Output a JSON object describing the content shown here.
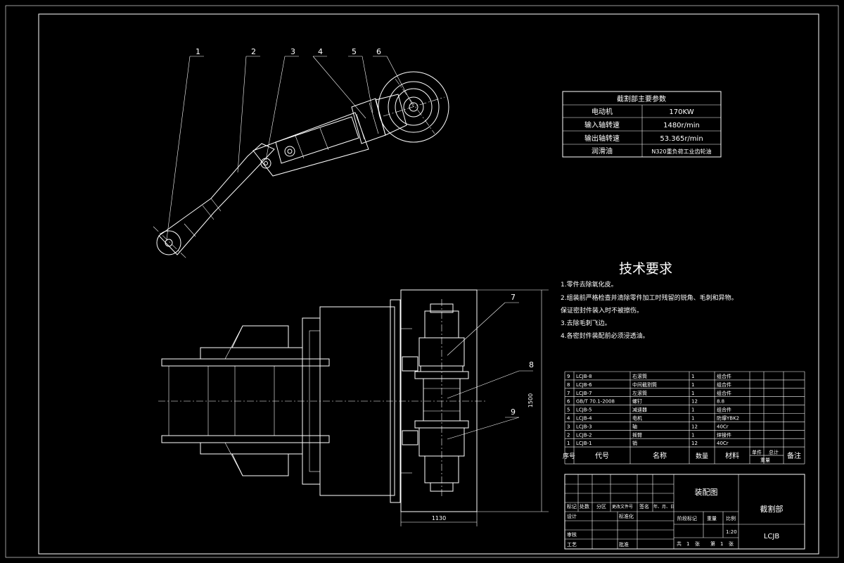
{
  "params_table": {
    "title": "截割部主要参数",
    "rows": [
      {
        "label": "电动机",
        "value": "170KW"
      },
      {
        "label": "输入轴转速",
        "value": "1480r/min"
      },
      {
        "label": "输出轴转速",
        "value": "53.365r/min"
      },
      {
        "label": "润滑油",
        "value": "N320重负荷工业齿轮油"
      }
    ]
  },
  "tech_req": {
    "title": "技术要求",
    "items": [
      "1.零件去除氧化皮。",
      "2.组装前严格检查并清除零件加工时残留的锐角、毛刺和异物。",
      "保证密封件装入时不被擦伤。",
      "3.去除毛刺飞边。",
      "4.各密封件装配前必须浸透油。"
    ]
  },
  "balloons_top": [
    "1",
    "2",
    "3",
    "4",
    "5",
    "6"
  ],
  "balloons_bottom": [
    "7",
    "8",
    "9"
  ],
  "dimensions": {
    "vertical": "1500",
    "horizontal": "1130"
  },
  "bom": {
    "rows": [
      {
        "no": "9",
        "code": "LCJB-8",
        "name": "右滚筒",
        "qty": "1",
        "mat": "组合件"
      },
      {
        "no": "8",
        "code": "LCJB-6",
        "name": "中间截割筒",
        "qty": "1",
        "mat": "组合件"
      },
      {
        "no": "7",
        "code": "LCJB-7",
        "name": "左滚筒",
        "qty": "1",
        "mat": "组合件"
      },
      {
        "no": "6",
        "code": "GB/T 70.1-2008",
        "name": "螺钉",
        "qty": "12",
        "mat": "8.8"
      },
      {
        "no": "5",
        "code": "LCJB-5",
        "name": "减速器",
        "qty": "1",
        "mat": "组合件"
      },
      {
        "no": "4",
        "code": "LCJB-4",
        "name": "电机",
        "qty": "1",
        "mat": "防爆YBK2"
      },
      {
        "no": "3",
        "code": "LCJB-3",
        "name": "轴",
        "qty": "12",
        "mat": "40Cr"
      },
      {
        "no": "2",
        "code": "LCJB-2",
        "name": "摇臂",
        "qty": "1",
        "mat": "焊接件"
      },
      {
        "no": "1",
        "code": "LCJB-1",
        "name": "销",
        "qty": "12",
        "mat": "40Cr"
      }
    ],
    "header": {
      "no": "序号",
      "code": "代号",
      "name": "名称",
      "qty": "数量",
      "mat": "材料",
      "single": "单件",
      "total": "总计",
      "weight": "重量",
      "remark": "备注"
    }
  },
  "title_block": {
    "drawing_title": "装配图",
    "part_name": "截割部",
    "drawing_no": "LCJB",
    "scale_label": "比例",
    "scale_value": "1:20",
    "weight_label": "重量",
    "stage_label": "阶段标记",
    "revision_cols": [
      "标记",
      "处数",
      "分区",
      "更改文件号",
      "签名",
      "年、月、日"
    ],
    "role_design": "设计",
    "role_standard": "标准化",
    "role_review": "审核",
    "role_process": "工艺",
    "role_approve": "批准",
    "sheets_total_prefix": "共",
    "sheets_total_value": "1",
    "sheets_total_suffix": "张",
    "sheet_no_prefix": "第",
    "sheet_no_value": "1",
    "sheet_no_suffix": "张"
  }
}
